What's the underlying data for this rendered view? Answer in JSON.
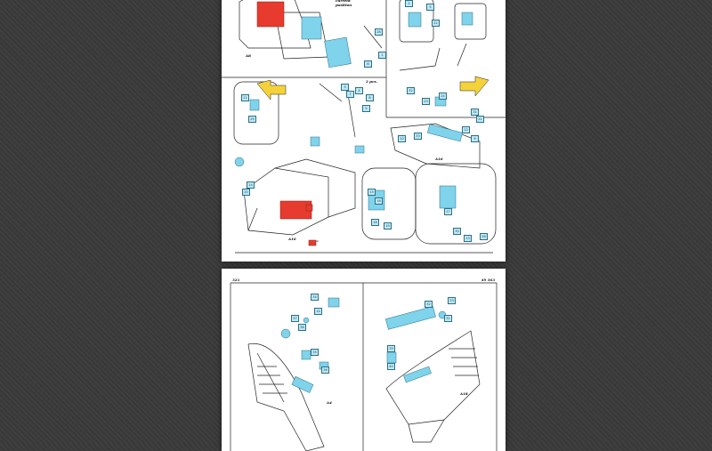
{
  "viewer": {
    "background": "#3a3a3a"
  },
  "colors": {
    "part_blue": "#7fd3ea",
    "part_red": "#e63b2e",
    "arrow_yellow": "#f4d23a",
    "line": "#222222"
  },
  "page1": {
    "section_labels": {
      "top_left": "A8",
      "lower_left": "A16",
      "center_right": "A16"
    },
    "annotations": {
      "current_position": "current\nposition",
      "two_pcs": "2 pcs."
    },
    "legend_symbol": "=",
    "callouts": [
      "28",
      "1",
      "6",
      "7",
      "8",
      "5",
      "3",
      "4",
      "2",
      "5",
      "22",
      "32",
      "23",
      "24",
      "31",
      "21",
      "33",
      "10",
      "12",
      "9",
      "11",
      "25",
      "20",
      "14",
      "15",
      "16",
      "18",
      "19",
      "17",
      "30",
      "13",
      "26"
    ]
  },
  "page2": {
    "header_left": "321",
    "header_right": "49 363",
    "section_labels": {
      "left": "A4",
      "right": "A18"
    },
    "callouts": [
      "34",
      "14",
      "37",
      "36",
      "35",
      "38",
      "39",
      "31",
      "33",
      "32",
      "40"
    ]
  }
}
